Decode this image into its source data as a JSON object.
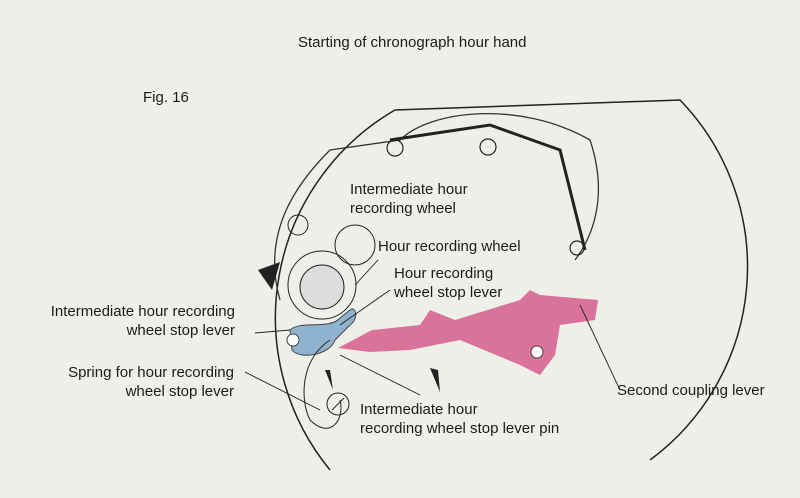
{
  "title": "Starting of chronograph hour hand",
  "figure": "Fig. 16",
  "labels": {
    "intermediate_wheel": [
      "Intermediate hour",
      "recording wheel"
    ],
    "hour_wheel": "Hour recording wheel",
    "hour_stop_lever": [
      "Hour recording",
      "wheel stop lever"
    ],
    "intermediate_stop_lever": [
      "Intermediate hour recording",
      "wheel stop lever"
    ],
    "spring": [
      "Spring for hour recording",
      "wheel stop lever"
    ],
    "pin": [
      "Intermediate hour",
      "recording wheel stop lever pin"
    ],
    "second_coupling": "Second coupling lever"
  },
  "colors": {
    "paper": "#efefea",
    "blue_part": "#8fb3cf",
    "pink_part": "#d9739a"
  }
}
